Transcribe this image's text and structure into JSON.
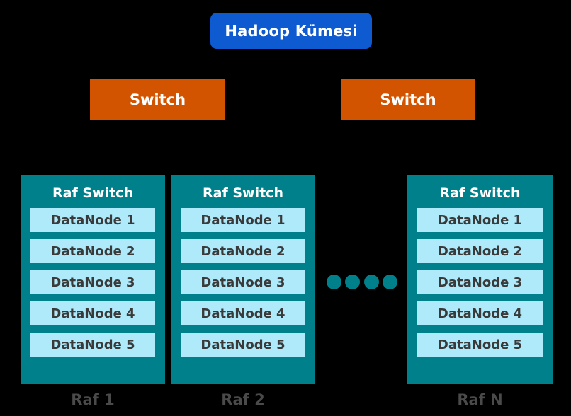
{
  "diagram": {
    "title": "Hadoop Kumesi rack topology diagram",
    "background_color": "#000000",
    "cluster": {
      "label": "Hadoop Kümesi",
      "color": "#0d5ad1",
      "text_color": "#ffffff"
    },
    "switches": [
      {
        "label": "Switch",
        "color": "#d35400",
        "text_color": "#ffffff"
      },
      {
        "label": "Switch",
        "color": "#d35400",
        "text_color": "#ffffff"
      }
    ],
    "racks": [
      {
        "title": "Raf Switch",
        "caption": "Raf 1",
        "color": "#00808a",
        "node_color": "#aeeafa",
        "nodes": [
          "DataNode 1",
          "DataNode 2",
          "DataNode 3",
          "DataNode 4",
          "DataNode 5"
        ]
      },
      {
        "title": "Raf Switch",
        "caption": "Raf 2",
        "color": "#00808a",
        "node_color": "#aeeafa",
        "nodes": [
          "DataNode 1",
          "DataNode 2",
          "DataNode 3",
          "DataNode 4",
          "DataNode 5"
        ]
      },
      {
        "title": "Raf Switch",
        "caption": "Raf N",
        "color": "#00808a",
        "node_color": "#aeeafa",
        "nodes": [
          "DataNode 1",
          "DataNode 2",
          "DataNode 3",
          "DataNode 4",
          "DataNode 5"
        ]
      }
    ],
    "ellipsis": {
      "dot_count": 4,
      "color": "#00808a"
    },
    "caption_text_color": "#4a4a4a",
    "node_text_color": "#3a3a3a"
  }
}
